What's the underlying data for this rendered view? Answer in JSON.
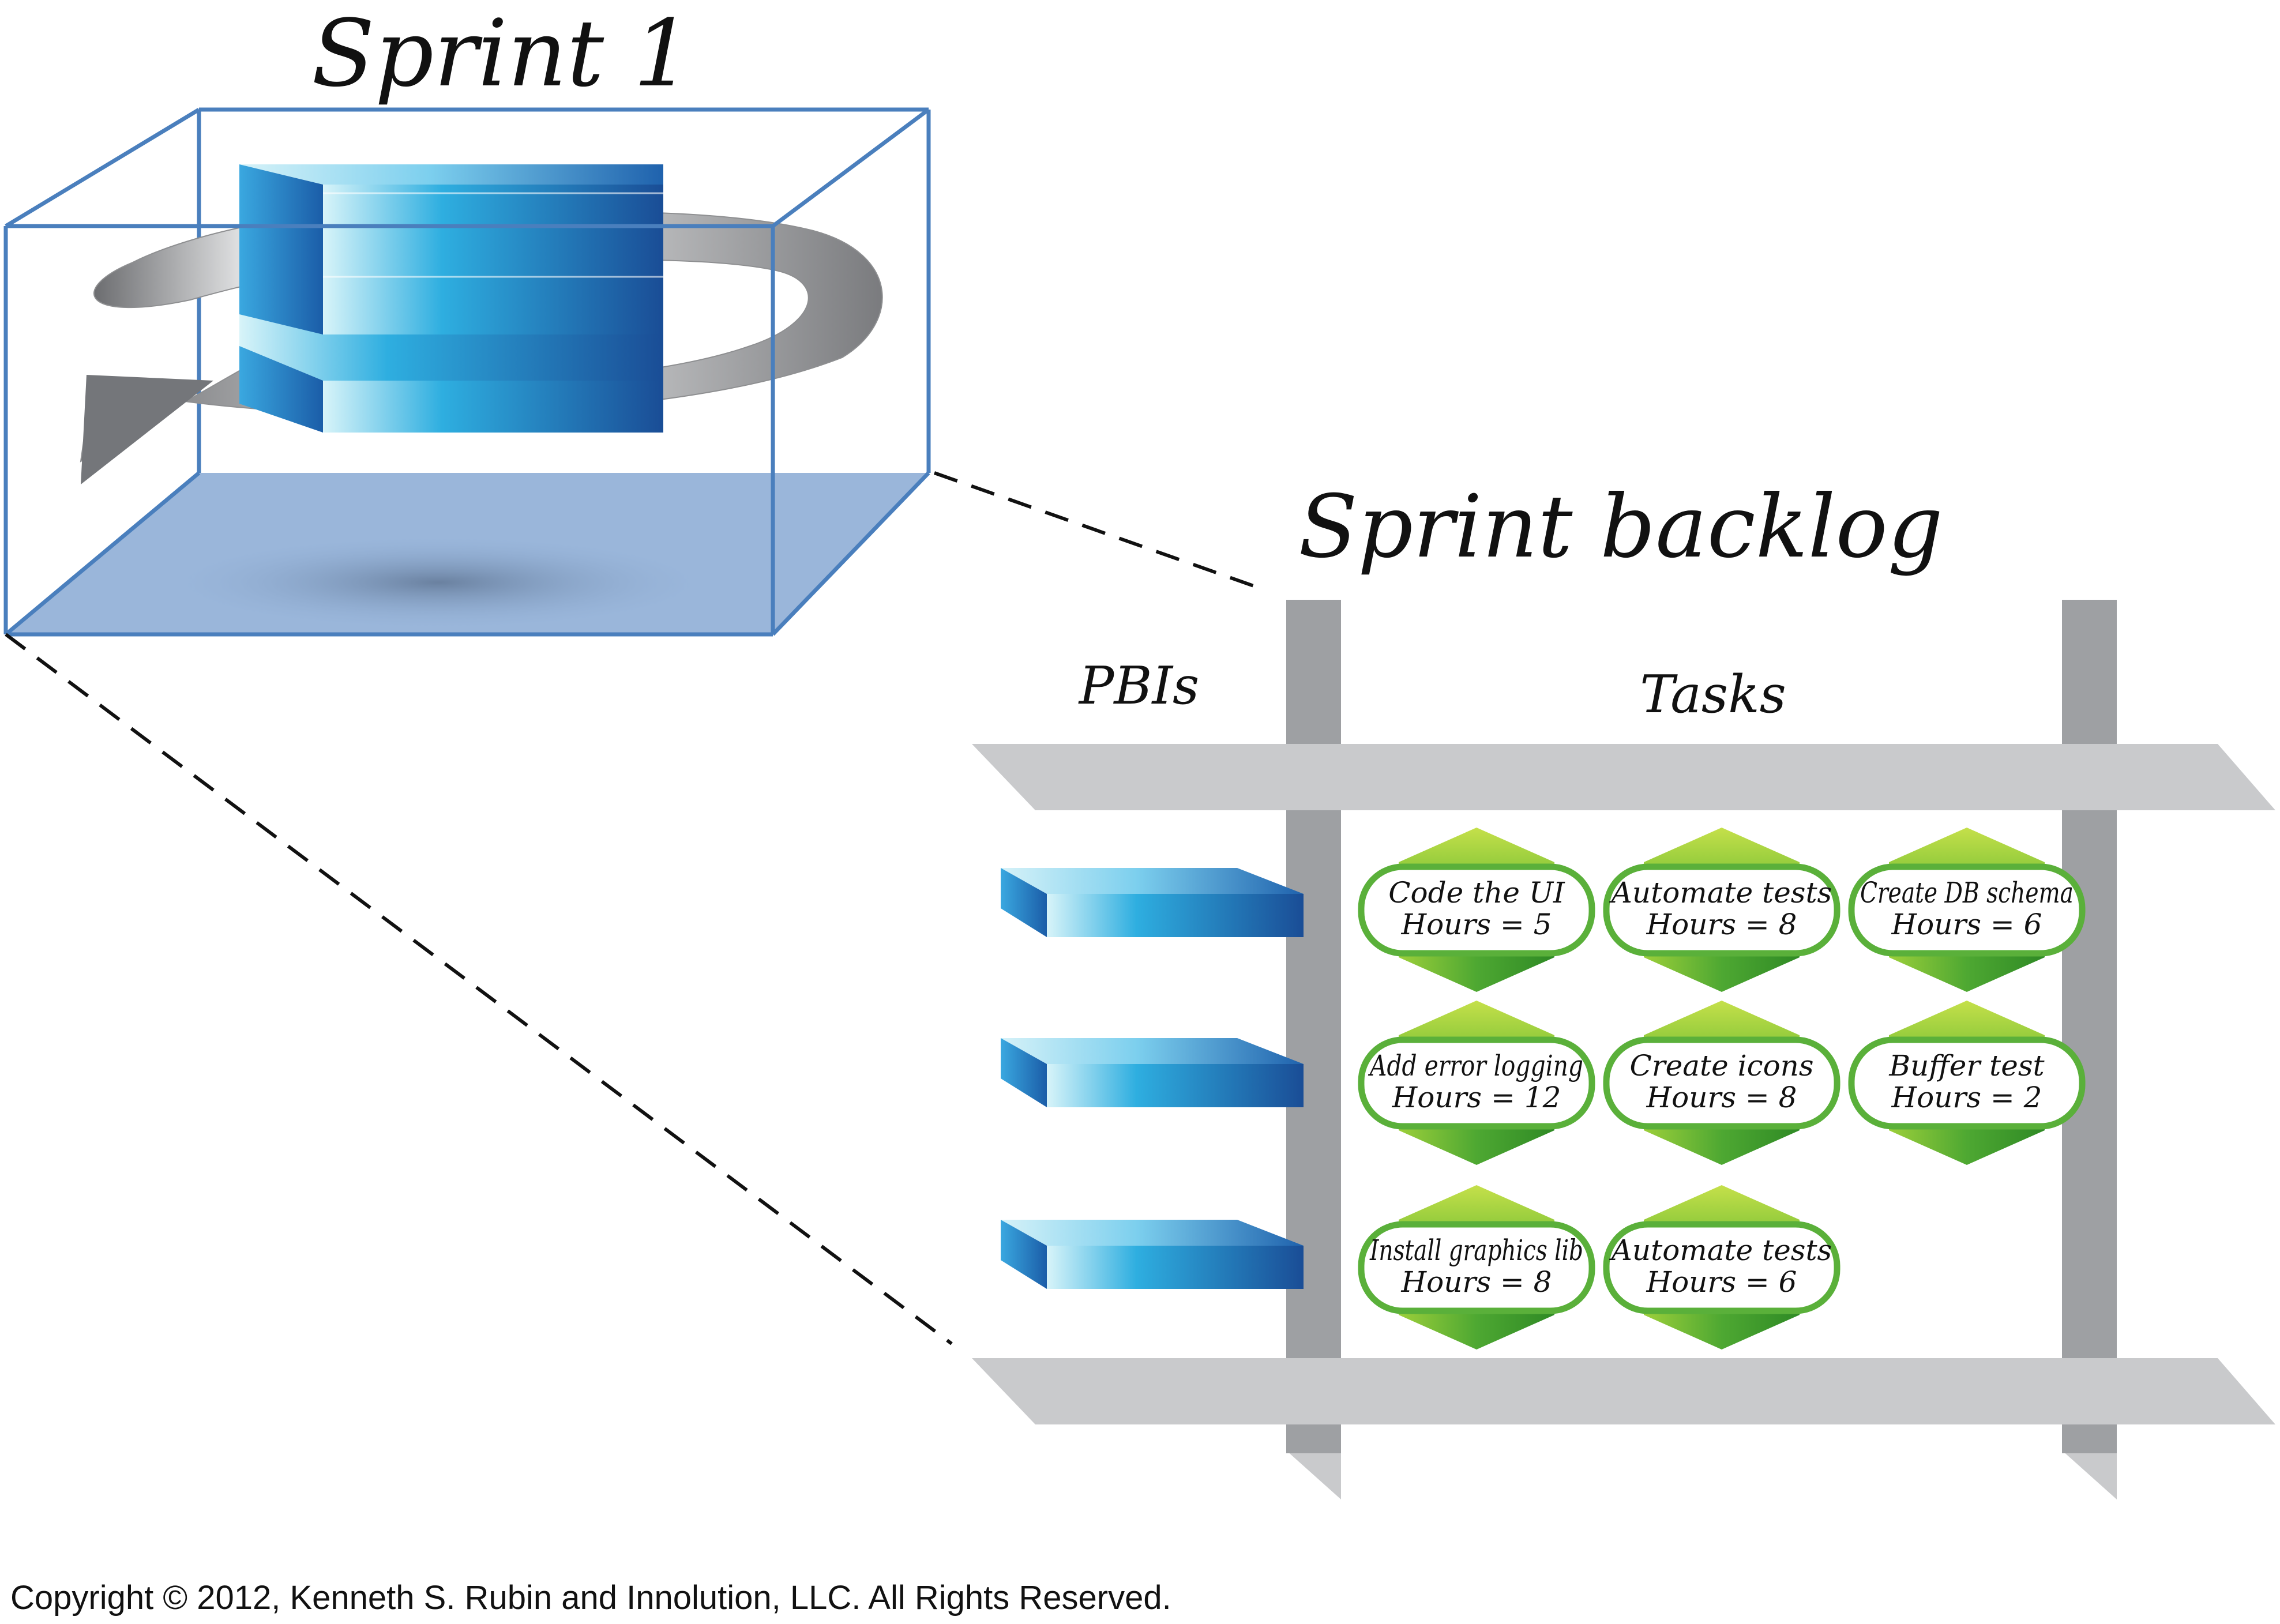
{
  "sprint_title": "Sprint 1",
  "backlog_title": "Sprint backlog",
  "pbis_header": "PBIs",
  "tasks_header": "Tasks",
  "task_rows": [
    [
      {
        "name": "Code the UI",
        "hours": "Hours = 5"
      },
      {
        "name": "Automate tests",
        "hours": "Hours = 8"
      },
      {
        "name": "Create DB schema",
        "hours": "Hours = 6"
      }
    ],
    [
      {
        "name": "Add error logging",
        "hours": "Hours = 12"
      },
      {
        "name": "Create icons",
        "hours": "Hours = 8"
      },
      {
        "name": "Buffer test",
        "hours": "Hours = 2"
      }
    ],
    [
      {
        "name": "Install graphics lib",
        "hours": "Hours = 8"
      },
      {
        "name": "Automate tests",
        "hours": "Hours = 6"
      }
    ]
  ],
  "copyright": "Copyright © 2012, Kenneth S. Rubin and Innolution, LLC. All Rights Reserved.",
  "colors": {
    "box_edge": "#4a7fbd",
    "box_floor": "#8faed6",
    "pbi_blue_dark": "#1a4d96",
    "pbi_blue_mid": "#2a9bd8",
    "pbi_blue_light": "#d6f2f8",
    "task_green_light": "#c5e04a",
    "task_green_dark": "#3f9e2c",
    "task_border": "#5ab03a",
    "grid_gray": "#c9cacc",
    "grid_gray_dark": "#9ea0a3"
  }
}
